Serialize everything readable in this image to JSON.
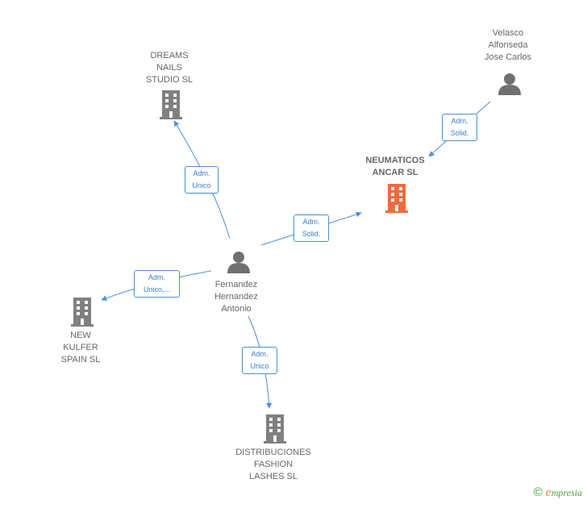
{
  "nodes": {
    "dreams": {
      "label": "DREAMS\nNAILS\nSTUDIO  SL"
    },
    "velasco": {
      "label": "Velasco\nAlfonseda\nJose Carlos"
    },
    "neumaticos": {
      "label": "NEUMATICOS\nANCAR  SL"
    },
    "fernandez": {
      "label": "Fernandez\nHernandez\nAntonio"
    },
    "newkulfer": {
      "label": "NEW\nKULFER\nSPAIN  SL"
    },
    "distribuciones": {
      "label": "DISTRIBUCIONES\nFASHION\nLASHES  SL"
    }
  },
  "edges": {
    "to_dreams": {
      "label": "Adm.\nUnico"
    },
    "to_neumaticos_from_fernandez": {
      "label": "Adm.\nSolid."
    },
    "to_neumaticos_from_velasco": {
      "label": "Adm.\nSolid."
    },
    "to_newkulfer": {
      "label": "Adm.\nUnico,..."
    },
    "to_distribuciones": {
      "label": "Adm.\nUnico"
    }
  },
  "colors": {
    "edge": "#4a90d9",
    "company_icon": "#808080",
    "focus_company_icon": "#f26a3a",
    "person_icon": "#707070"
  },
  "footer": {
    "copyright": "©",
    "brand_initial": "e",
    "brand_rest": "mpresia"
  }
}
